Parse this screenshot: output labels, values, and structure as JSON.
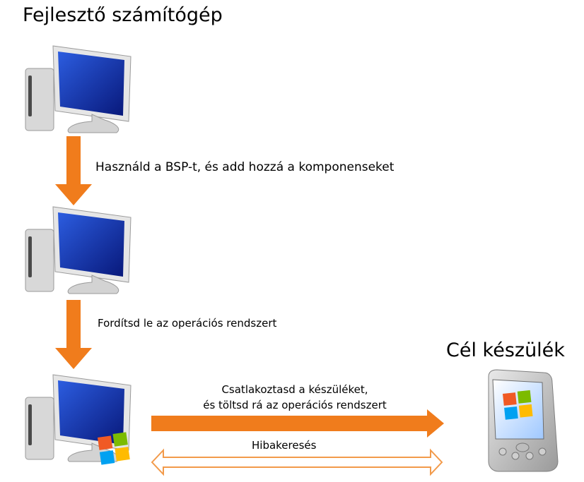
{
  "dev_title": "Fejlesztő számítógép",
  "target_title": "Cél készülék",
  "steps": [
    {
      "text": "Használd a BSP-t, és add hozzá a komponenseket"
    },
    {
      "text": "Fordítsd le az operációs rendszert"
    }
  ],
  "connect": {
    "line1": "Csatlakoztasd a készüléket,",
    "line2": "és töltsd rá az operációs rendszert"
  },
  "debug": "Hibakeresés",
  "colors": {
    "arrow_orange": "#f07c1c",
    "screen_blue": "#0f2fa8",
    "outline_orange": "#f29a4a"
  },
  "icons": [
    "desktop-computer-icon",
    "windows-logo-icon",
    "pocket-pc-device-icon"
  ]
}
